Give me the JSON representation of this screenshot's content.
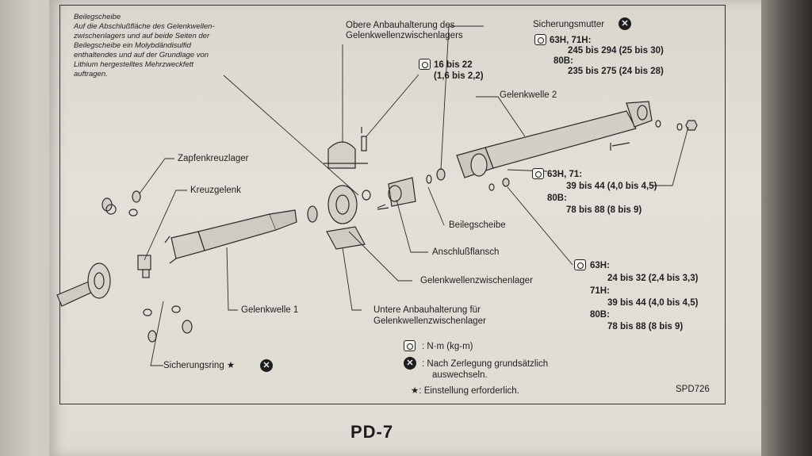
{
  "top_left_note": [
    "Beilegscheibe",
    "Auf die Abschlußfläche des Gelenkwellen-",
    "zwischenlagers und auf beide Seiten der",
    "Beilegscheibe ein Molybdändisulfid",
    "enthaltendes und auf der Grundlage von",
    "Lithium hergestelltes Mehrzweckfett",
    "auftragen."
  ],
  "labels": {
    "upper_bracket": [
      "Obere Anbauhalterung des",
      "Gelenkwellenzwischenlagers"
    ],
    "lock_nut": "Sicherungsmutter",
    "torque_bolt_value": "16 bis 22",
    "torque_bolt_value_kg": "(1,6 bis 2,2)",
    "nut_spec_1": "63H, 71H:",
    "nut_spec_1_value": "245 bis 294 (25 bis 30)",
    "nut_spec_2": "80B:",
    "nut_spec_2_value": "235 bis 275 (24 bis 28)",
    "driveshaft_2": "Gelenkwelle 2",
    "spider_bearing": "Zapfenkreuzlager",
    "universal_joint": "Kreuzgelenk",
    "flange_spec_1": "63H, 71:",
    "flange_spec_1_value": "39 bis 44 (4,0 bis 4,5)",
    "flange_spec_2": "80B:",
    "flange_spec_2_value": "78 bis 88 (8 bis 9)",
    "washer": "Beilegscheibe",
    "companion_flange": "Anschlußflansch",
    "center_bearing": "Gelenkwellenzwischenlager",
    "lower_bracket": [
      "Untere Anbauhalterung für",
      "Gelenkwellenzwischenlager"
    ],
    "driveshaft_1": "Gelenkwelle 1",
    "snap_ring": "Sicherungsring ★",
    "bolt_spec_1": "63H:",
    "bolt_spec_1_value": "24 bis 32 (2,4 bis 3,3)",
    "bolt_spec_2": "71H:",
    "bolt_spec_2_value": "39 bis 44 (4,0 bis 4,5)",
    "bolt_spec_3": "80B:",
    "bolt_spec_3_value": "78 bis 88 (8 bis 9)"
  },
  "legend": {
    "torque_unit": ": N·m (kg-m)",
    "replace_line1": ": Nach Zerlegung grundsätzlich",
    "replace_line2": "auswechseln.",
    "adjust": "★: Einstellung erforderlich."
  },
  "figure_code": "SPD726",
  "page_number": "PD-7"
}
